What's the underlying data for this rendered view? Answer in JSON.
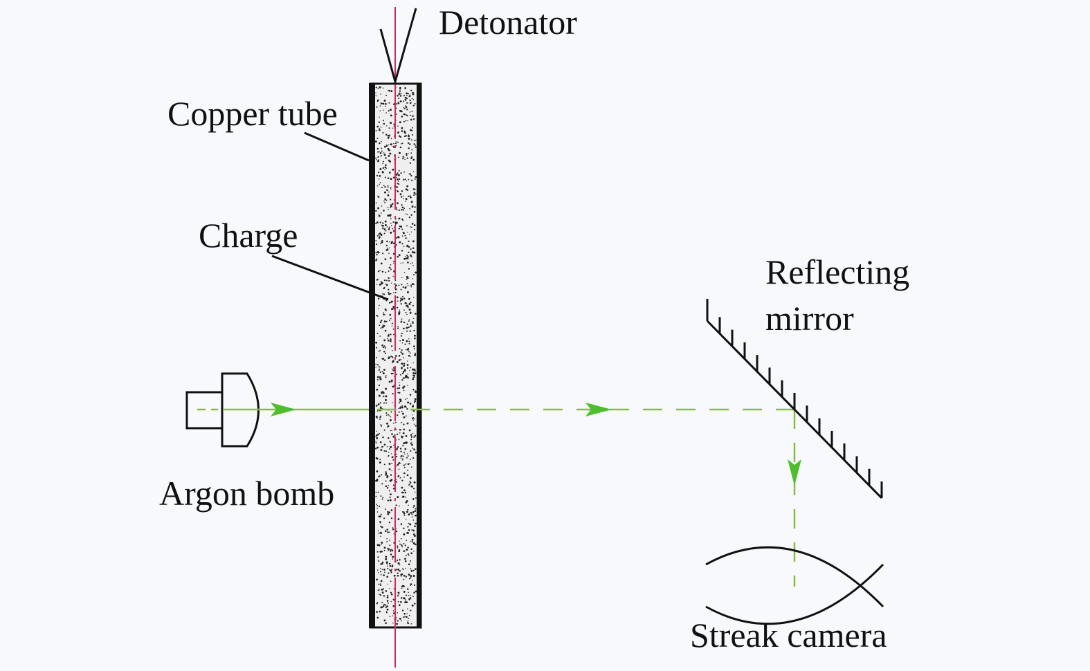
{
  "labels": {
    "detonator": "Detonator",
    "copper_tube": "Copper tube",
    "charge": "Charge",
    "argon_bomb": "Argon bomb",
    "reflecting_mirror_line1": "Reflecting",
    "reflecting_mirror_line2": "mirror",
    "streak_camera": "Streak camera"
  },
  "colors": {
    "ink": "#111111",
    "axis": "#d0286a",
    "beam": "#8dbb3c",
    "arrow": "#4cbf2a",
    "charge_fill": "#efefef",
    "background": "#f7f9fd"
  }
}
